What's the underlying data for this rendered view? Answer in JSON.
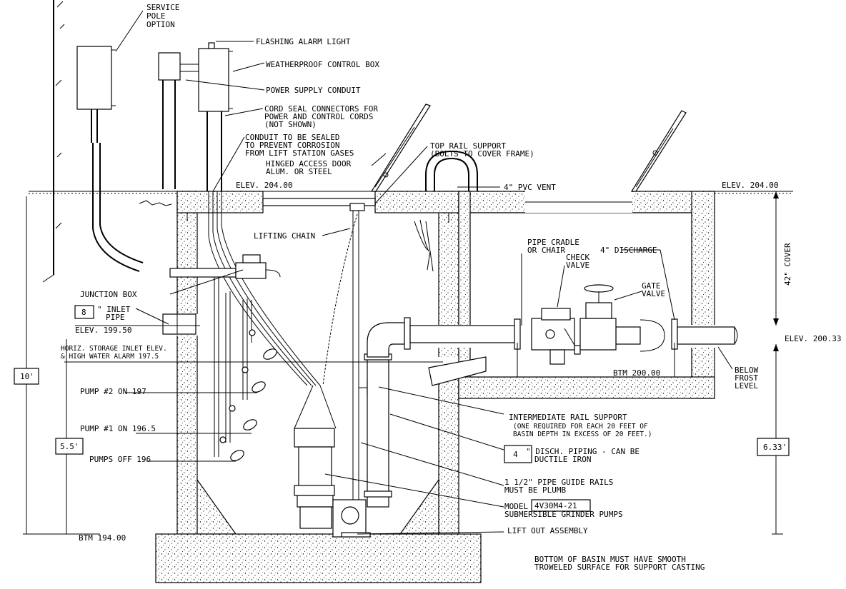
{
  "labels": {
    "service_pole_option": [
      "SERVICE",
      "POLE",
      "OPTION"
    ],
    "flashing_alarm_light": "FLASHING ALARM LIGHT",
    "weatherproof_control_box": "WEATHERPROOF CONTROL BOX",
    "power_supply_conduit": "POWER SUPPLY CONDUIT",
    "cord_seal_connectors": [
      "CORD SEAL CONNECTORS FOR",
      "POWER AND CONTROL CORDS",
      "(NOT SHOWN)"
    ],
    "conduit_sealed": [
      "CONDUIT TO BE SEALED",
      "TO PREVENT CORROSION",
      "FROM LIFT STATION GASES"
    ],
    "hinged_access_door": [
      "HINGED ACCESS DOOR",
      "ALUM. OR STEEL"
    ],
    "top_rail_support": [
      "TOP RAIL SUPPORT",
      "(BOLTS TO COVER FRAME)"
    ],
    "pvc_vent": "4\" PVC VENT",
    "elev_left": "ELEV. 204.00",
    "elev_right": "ELEV. 204.00",
    "lifting_chain": "LIFTING CHAIN",
    "pipe_cradle": [
      "PIPE CRADLE",
      "OR CHAIR"
    ],
    "check_valve": [
      "CHECK",
      "VALVE"
    ],
    "discharge_4in": "4\" DISCHARGE",
    "gate_valve": [
      "GATE",
      "VALVE"
    ],
    "cover_42": "42\" COVER",
    "junction_box": "JUNCTION BOX",
    "inlet_pipe_size": "8",
    "inlet_pipe": [
      "\" INLET",
      "PIPE"
    ],
    "elev_inlet": "ELEV. 199.50",
    "horiz_storage": [
      "HORIZ. STORAGE INLET ELEV.",
      "& HIGH WATER ALARM 197.5"
    ],
    "elev_discharge": "ELEV. 200.33",
    "below_frost": [
      "BELOW",
      "FROST",
      "LEVEL"
    ],
    "btm_200": "BTM 200.00",
    "dim_10": "10'",
    "pump2": "PUMP #2 ON 197",
    "pump1": "PUMP #1 ON 196.5",
    "dim_55": "5.5'",
    "pumps_off": "PUMPS OFF 196",
    "intermediate_rail": [
      "INTERMEDIATE RAIL SUPPORT",
      "(ONE REQUIRED FOR EACH 20 FEET OF",
      "BASIN DEPTH IN EXCESS OF 20 FEET.)"
    ],
    "disch_size": "4",
    "disch_piping": [
      "\" DISCH. PIPING - CAN BE",
      "DUCTILE IRON"
    ],
    "dim_633": "6.33'",
    "guide_rails": [
      "1 1/2\" PIPE GUIDE RAILS",
      "MUST BE PLUMB"
    ],
    "model": "MODEL",
    "model_number": "4V30M4-21",
    "submersible": "SUBMERSIBLE GRINDER PUMPS",
    "btm_194": "BTM 194.00",
    "lift_out": "LIFT OUT ASSEMBLY",
    "bottom_note": [
      "BOTTOM OF BASIN MUST HAVE SMOOTH",
      "TROWELED SURFACE FOR SUPPORT CASTING"
    ]
  }
}
